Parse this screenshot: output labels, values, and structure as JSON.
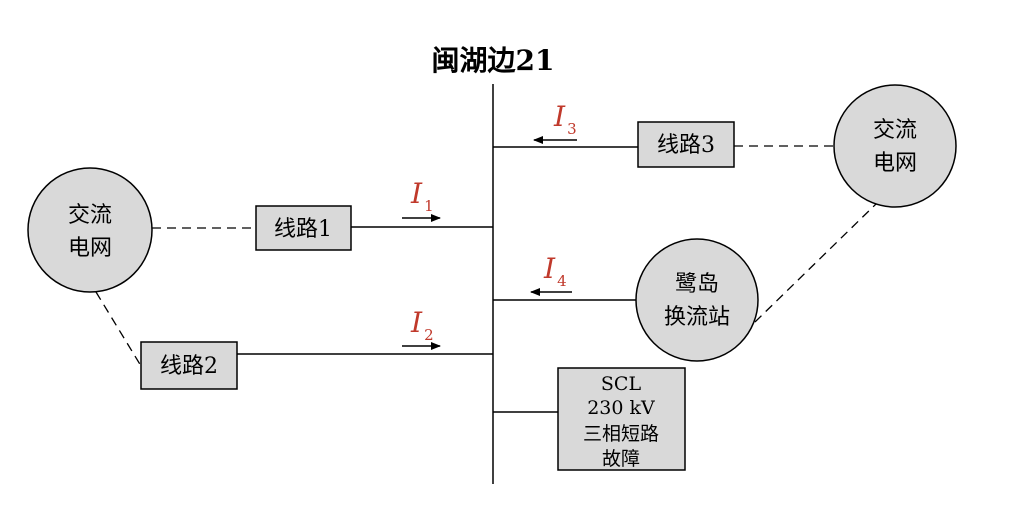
{
  "bus": {
    "title": "闽湖边21"
  },
  "nodes": {
    "ac_grid_left": [
      "交流",
      "电网"
    ],
    "ac_grid_right": [
      "交流",
      "电网"
    ],
    "converter": [
      "鹭岛",
      "换流站"
    ],
    "line1": "线路1",
    "line2": "线路2",
    "line3": "线路3",
    "fault": [
      "SCL",
      "230 kV",
      "三相短路",
      "故障"
    ]
  },
  "currents": [
    {
      "symbol": "I",
      "sub": "1"
    },
    {
      "symbol": "I",
      "sub": "2"
    },
    {
      "symbol": "I",
      "sub": "3"
    },
    {
      "symbol": "I",
      "sub": "4"
    }
  ],
  "colors": {
    "current_label": "#c0392b",
    "node_fill": "#d9d9d9"
  }
}
